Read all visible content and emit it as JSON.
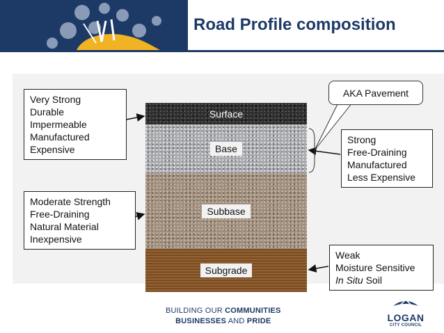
{
  "title": "Road Profile composition",
  "layers": [
    {
      "id": "surface",
      "label": "Surface"
    },
    {
      "id": "base",
      "label": "Base"
    },
    {
      "id": "subbase",
      "label": "Subbase"
    },
    {
      "id": "subgrade",
      "label": "Subgrade"
    }
  ],
  "callouts": {
    "surface": [
      "Very Strong",
      "Durable",
      "Impermeable",
      "Manufactured",
      "Expensive"
    ],
    "base": [
      "Strong",
      "Free-Draining",
      "Manufactured",
      "Less Expensive"
    ],
    "subbase": [
      "Moderate Strength",
      "Free-Draining",
      "Natural Material",
      "Inexpensive"
    ],
    "subgrade": {
      "line1": "Weak",
      "line2": "Moisture Sensitive",
      "line3_italic": "In Situ",
      "line3_rest": " Soil"
    }
  },
  "aka_label": "AKA Pavement",
  "footer": {
    "line1_prefix": "BUILDING OUR ",
    "line1_bold": "COMMUNITIES",
    "line2_bold": "BUSINESSES",
    "line2_mid": " AND ",
    "line2_bold2": "PRIDE"
  },
  "logo": {
    "name": "LOGAN",
    "subtitle": "CITY COUNCIL"
  },
  "colors": {
    "brand_navy": "#1d3a66",
    "brand_yellow": "#f0b323"
  }
}
